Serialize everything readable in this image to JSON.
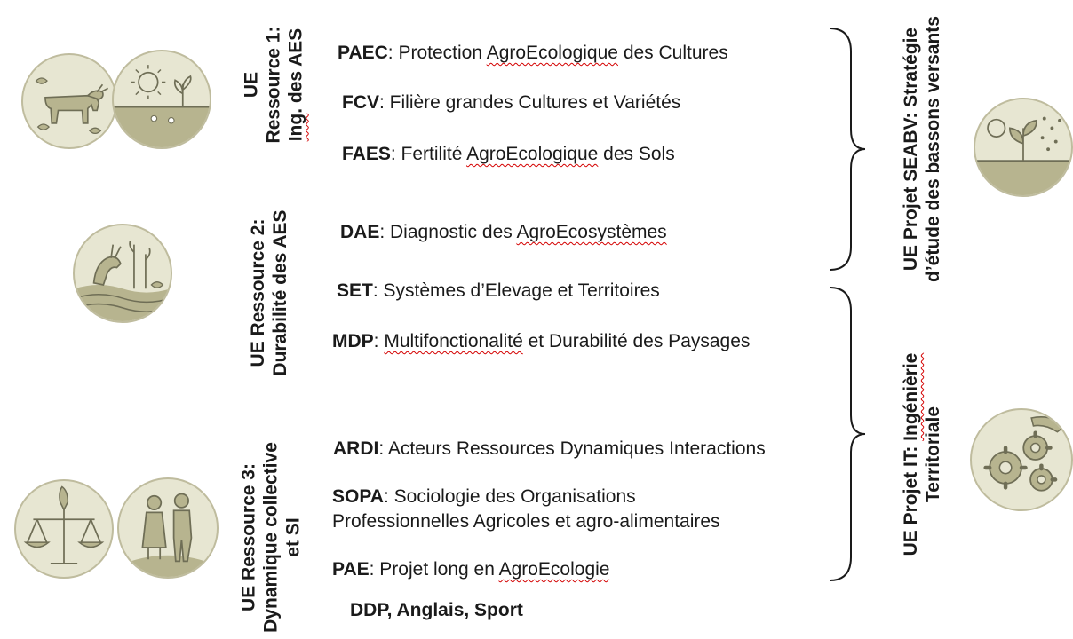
{
  "courses": {
    "paec": {
      "code": "PAEC",
      "pre": ": Protection ",
      "sq": "AgroEcologique",
      "post": " des Cultures"
    },
    "fcv": {
      "code": "FCV",
      "text": ": Filière grandes Cultures et Variétés"
    },
    "faes": {
      "code": "FAES",
      "pre": ": Fertilité ",
      "sq": "AgroEcologique",
      "post": " des Sols"
    },
    "dae": {
      "code": "DAE",
      "pre": ": Diagnostic des ",
      "sq": "AgroEcosystèmes"
    },
    "set": {
      "code": "SET",
      "text": ": Systèmes d’Elevage et Territoires"
    },
    "mdp": {
      "code": "MDP",
      "sep": ": ",
      "sq": "Multifonctionalité",
      "post": " et Durabilité des Paysages"
    },
    "ardi": {
      "code": "ARDI",
      "text": ": Acteurs Ressources Dynamiques Interactions"
    },
    "sopa": {
      "code": "SOPA",
      "text": ": Sociologie des Organisations",
      "line2": "Professionnelles  Agricoles et agro-alimentaires"
    },
    "pae": {
      "code": "PAE",
      "pre": ": Projet long en ",
      "sq": "AgroEcologie"
    }
  },
  "footer": "DDP, Anglais, Sport",
  "ue_labels": {
    "r1": {
      "l1": "UE",
      "l2": "Ressource 1:",
      "l3_pre": "Ing",
      "l3_post": ". des AES"
    },
    "r2": {
      "l1": "UE Ressource 2:",
      "l2": "Durabilité des AES"
    },
    "r3": {
      "l1": "UE Ressource 3:",
      "l2": "Dynamique collective",
      "l3": "et SI"
    },
    "seabv": {
      "l1": "UE Projet SEABV:  Stratégie",
      "l2": "d’étude des bassons versants"
    },
    "it": {
      "l1_pre": "UE Projet IT: ",
      "l1_sq": "Ingénièrie",
      "l2": "Territoriale"
    }
  },
  "icons": [
    "cow-icon",
    "sun-plant-icon",
    "goat-wetland-icon",
    "scales-icon",
    "farmers-icon",
    "rain-plant-icon",
    "gears-icon"
  ],
  "colors": {
    "icon_bg": "#e7e6d2",
    "icon_border": "#bfbc9e",
    "icon_line": "#6f6e56",
    "icon_fill": "#b7b48f",
    "squiggle": "#d40000"
  }
}
